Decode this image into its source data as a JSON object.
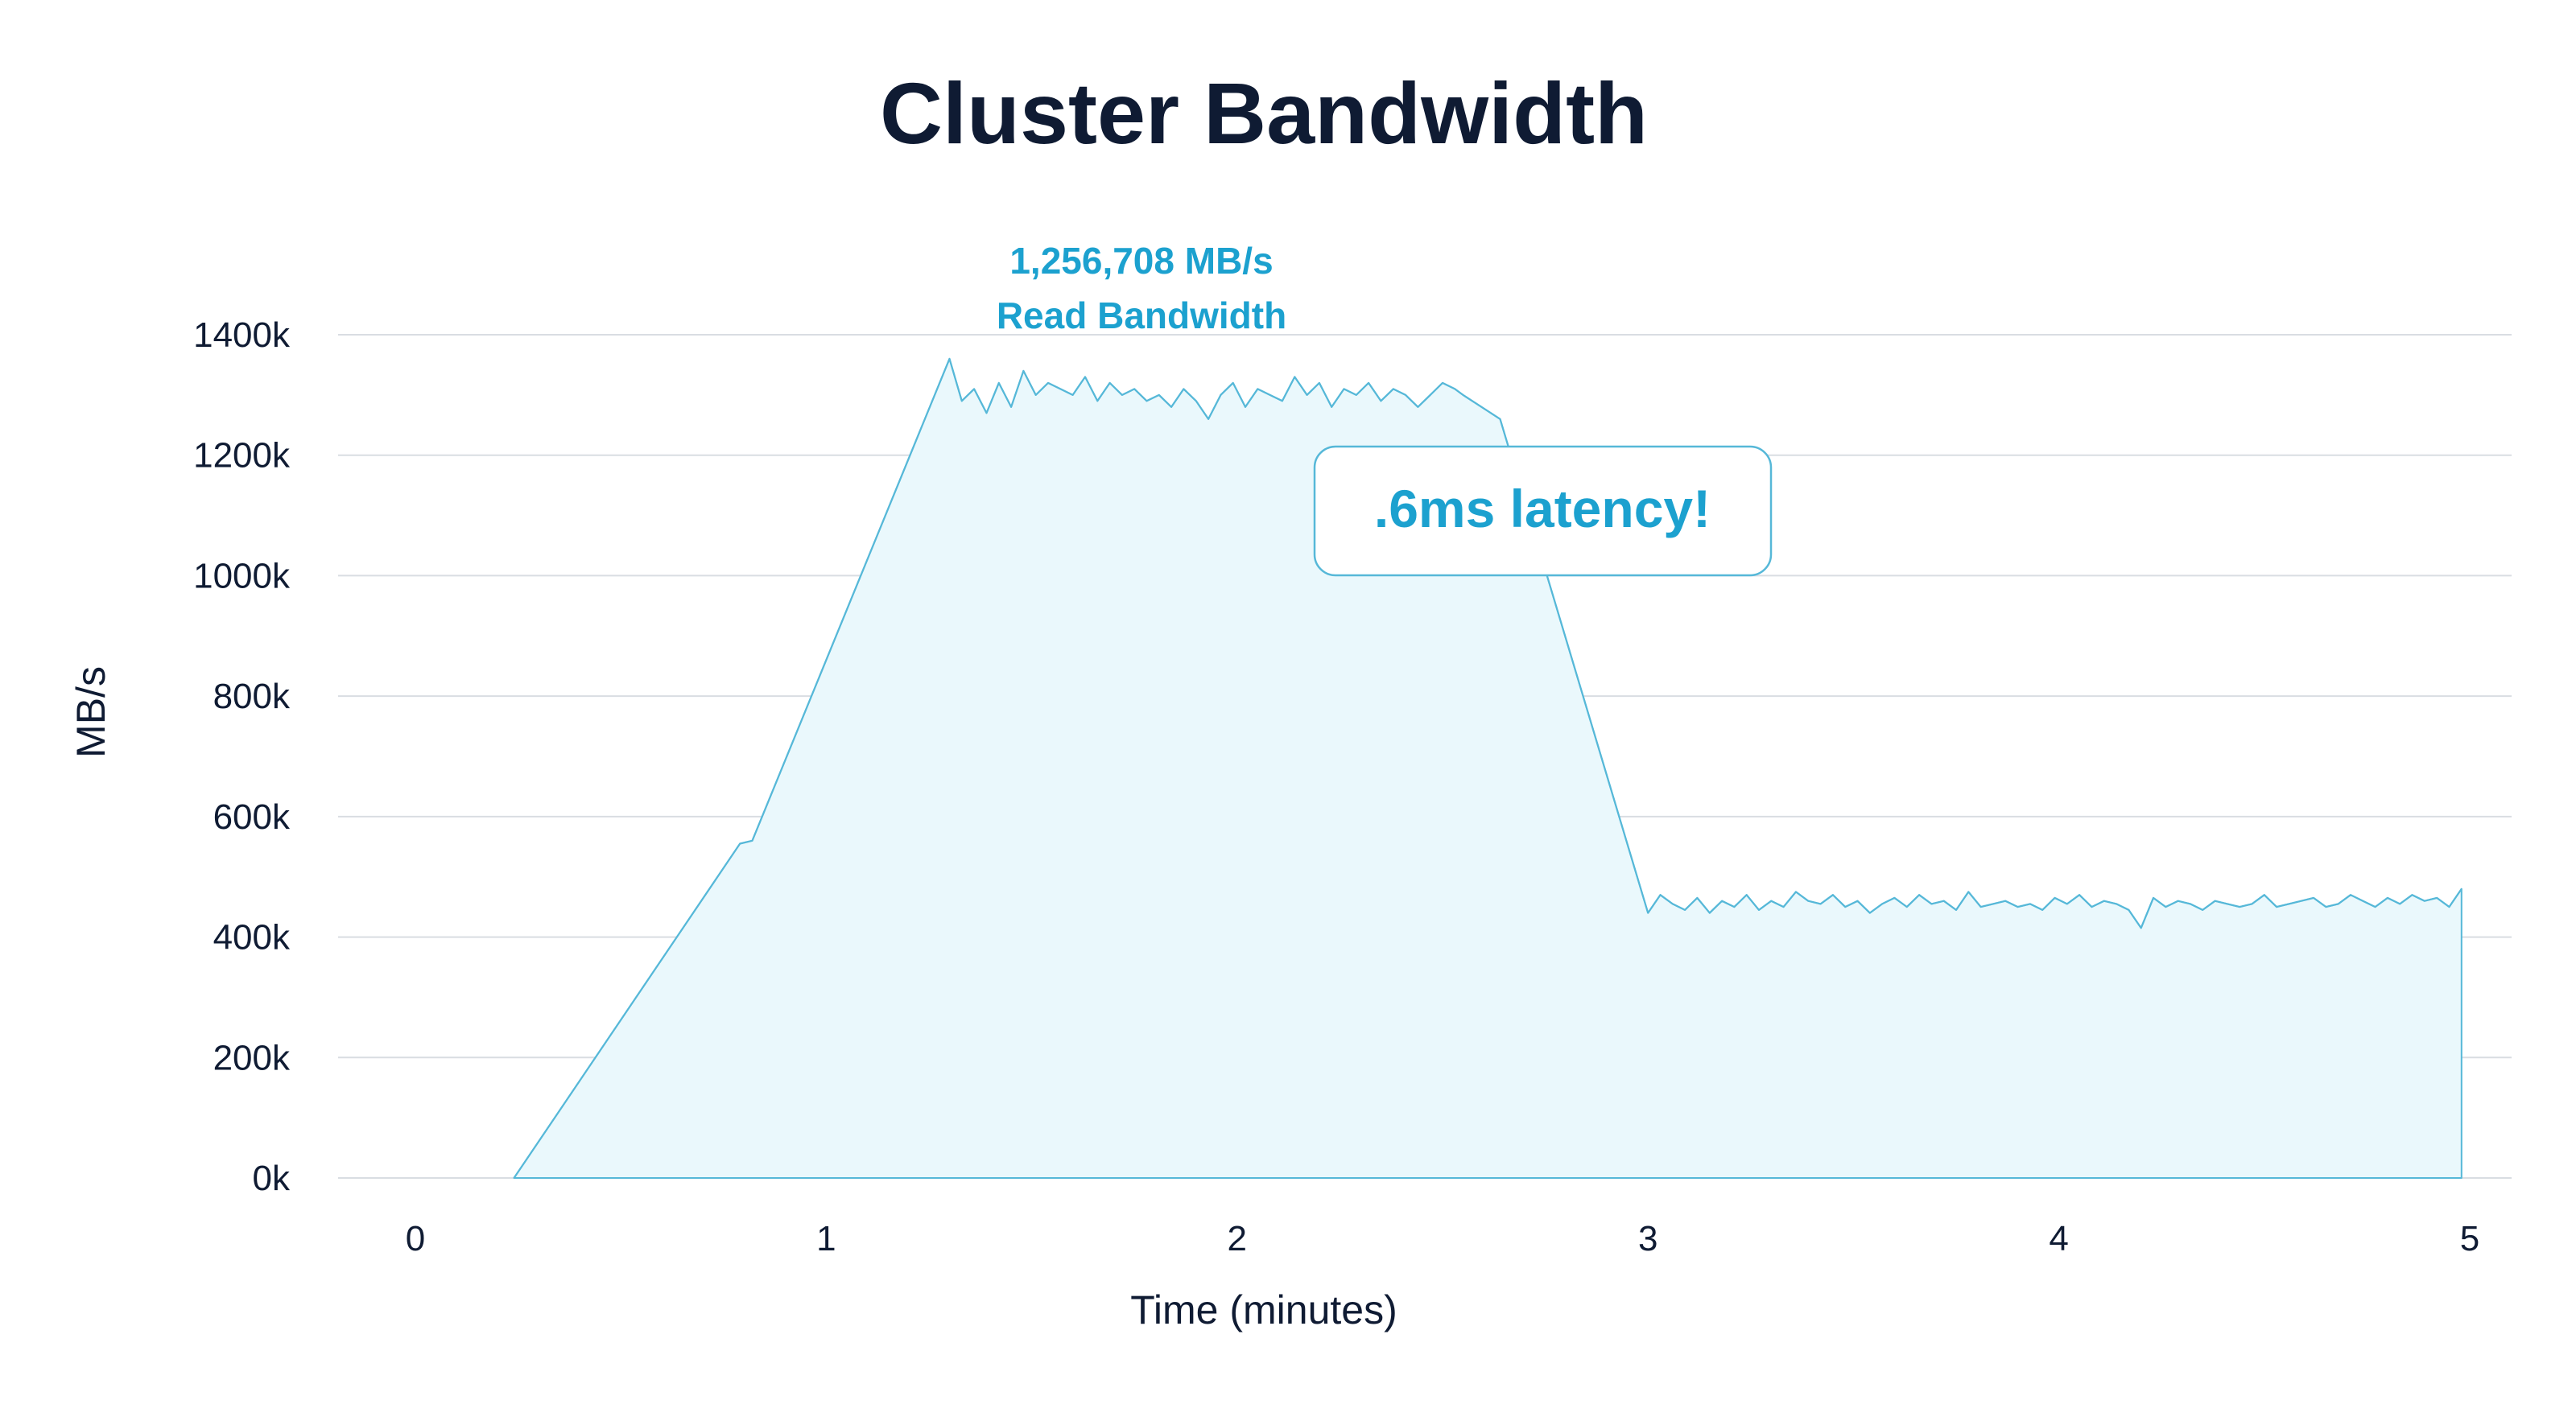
{
  "chart_data": {
    "type": "area",
    "title": "Cluster Bandwidth",
    "xlabel": "Time (minutes)",
    "ylabel": "MB/s",
    "x_ticks": [
      "0",
      "1",
      "2",
      "3",
      "4",
      "5"
    ],
    "y_ticks": [
      "0k",
      "200k",
      "400k",
      "600k",
      "800k",
      "1000k",
      "1200k",
      "1400k"
    ],
    "xlim": [
      0,
      5
    ],
    "ylim": [
      0,
      1400000
    ],
    "grid": true,
    "legend": "none",
    "colors": {
      "line": "#56b8d8",
      "fill": "#eaf8fc",
      "accent_text": "#1ca1cf",
      "grid": "#d9dde2"
    },
    "annotations": {
      "peak_value": "1,256,708 MB/s",
      "peak_caption": "Read Bandwidth",
      "latency_callout": ".6ms latency!"
    },
    "series": [
      {
        "x": [
          0.24,
          0.79,
          0.82,
          1.3,
          1.33,
          1.36,
          1.39,
          1.42,
          1.45,
          1.48,
          1.51,
          1.54,
          1.57,
          1.6,
          1.63,
          1.66,
          1.69,
          1.72,
          1.75,
          1.78,
          1.81,
          1.84,
          1.87,
          1.9,
          1.93,
          1.96,
          1.99,
          2.02,
          2.05,
          2.08,
          2.11,
          2.14,
          2.17,
          2.2,
          2.23,
          2.26,
          2.29,
          2.32,
          2.35,
          2.38,
          2.41,
          2.44,
          2.47,
          2.5,
          2.53,
          2.55,
          2.64,
          3.0,
          3.03,
          3.06,
          3.09,
          3.12,
          3.15,
          3.18,
          3.21,
          3.24,
          3.27,
          3.3,
          3.33,
          3.36,
          3.39,
          3.42,
          3.45,
          3.48,
          3.51,
          3.54,
          3.57,
          3.6,
          3.63,
          3.66,
          3.69,
          3.72,
          3.75,
          3.78,
          3.81,
          3.84,
          3.87,
          3.9,
          3.93,
          3.96,
          3.99,
          4.02,
          4.05,
          4.08,
          4.11,
          4.14,
          4.17,
          4.2,
          4.23,
          4.26,
          4.29,
          4.32,
          4.35,
          4.38,
          4.41,
          4.44,
          4.47,
          4.5,
          4.53,
          4.56,
          4.59,
          4.62,
          4.65,
          4.68,
          4.71,
          4.74,
          4.77,
          4.8,
          4.83,
          4.86,
          4.89,
          4.92,
          4.95,
          4.98
        ],
        "y": [
          0,
          555000,
          560000,
          1360000,
          1290000,
          1310000,
          1270000,
          1320000,
          1280000,
          1340000,
          1300000,
          1320000,
          1310000,
          1300000,
          1330000,
          1290000,
          1320000,
          1300000,
          1310000,
          1290000,
          1300000,
          1280000,
          1310000,
          1290000,
          1260000,
          1300000,
          1320000,
          1280000,
          1310000,
          1300000,
          1290000,
          1330000,
          1300000,
          1320000,
          1280000,
          1310000,
          1300000,
          1320000,
          1290000,
          1310000,
          1300000,
          1280000,
          1300000,
          1320000,
          1310000,
          1300000,
          1260000,
          440000,
          470000,
          455000,
          445000,
          465000,
          440000,
          460000,
          450000,
          470000,
          445000,
          460000,
          450000,
          475000,
          460000,
          455000,
          470000,
          450000,
          460000,
          440000,
          455000,
          465000,
          450000,
          470000,
          455000,
          460000,
          445000,
          475000,
          450000,
          455000,
          460000,
          450000,
          455000,
          445000,
          465000,
          455000,
          470000,
          450000,
          460000,
          455000,
          445000,
          415000,
          465000,
          450000,
          460000,
          455000,
          445000,
          460000,
          455000,
          450000,
          455000,
          470000,
          450000,
          455000,
          460000,
          465000,
          450000,
          455000,
          470000,
          460000,
          450000,
          465000,
          455000,
          470000,
          460000,
          465000,
          450000,
          480000
        ]
      }
    ]
  }
}
